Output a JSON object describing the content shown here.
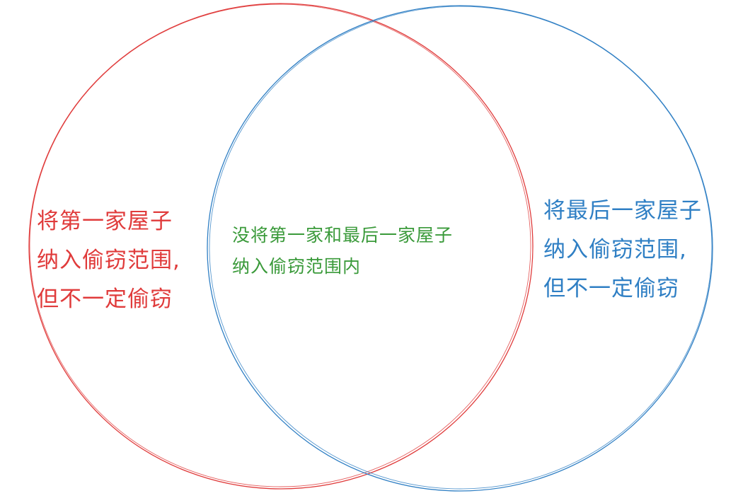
{
  "diagram": {
    "type": "venn",
    "sets": [
      {
        "id": "left",
        "color": "#e03b3b",
        "label_lines": [
          "将第一家屋子",
          "纳入偷窃范围,",
          "但不一定偷窃"
        ]
      },
      {
        "id": "right",
        "color": "#2f7fc4",
        "label_lines": [
          "将最后一家屋子",
          "纳入偷窃范围,",
          "但不一定偷窃"
        ]
      }
    ],
    "intersection": {
      "color": "#3a9a3a",
      "label_lines": [
        "没将第一家和最后一家屋子",
        "纳入偷窃范围内"
      ]
    }
  }
}
